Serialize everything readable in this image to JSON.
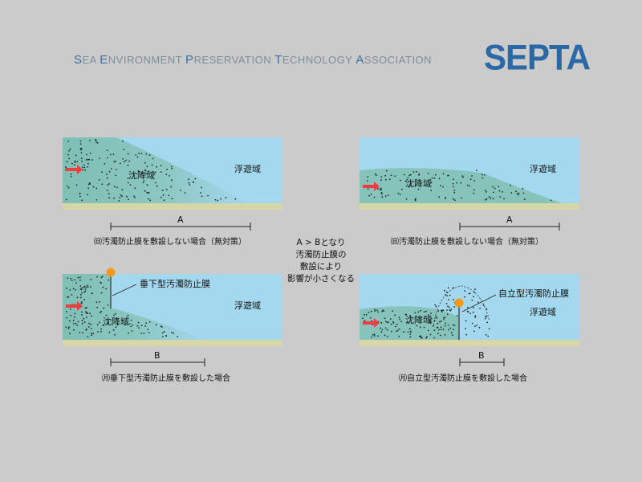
{
  "header": {
    "title_parts": [
      {
        "init": "S",
        "rest": "EA "
      },
      {
        "init": "E",
        "rest": "NVIRONMENT "
      },
      {
        "init": "P",
        "rest": "RESERVATION "
      },
      {
        "init": "T",
        "rest": "ECHNOLOGY "
      },
      {
        "init": "A",
        "rest": "SSOCIATION"
      }
    ],
    "logo": "SEPTA"
  },
  "panels": {
    "top_left": {
      "water_label": "浮遊域",
      "sediment_label": "沈降域",
      "distance_label": "A",
      "caption": "㈰汚濁防止膜を敷設しない場合（無対策）"
    },
    "top_right": {
      "water_label": "浮遊域",
      "sediment_label": "沈降域",
      "distance_label": "A",
      "caption": "㈰汚濁防止膜を敷設しない場合（無対策）"
    },
    "bottom_left": {
      "water_label": "浮遊域",
      "sediment_label": "沈降域",
      "device_label": "垂下型汚濁防止膜",
      "distance_label": "B",
      "caption": "㈪垂下型汚濁防止膜を敷設した場合"
    },
    "bottom_right": {
      "water_label": "浮遊域",
      "sediment_label": "沈降域",
      "device_label": "自立型汚濁防止膜",
      "distance_label": "B",
      "caption": "㈪自立型汚濁防止膜を敷設した場合"
    }
  },
  "comparison_note": [
    "A > Bとなり",
    "汚濁防止膜の",
    "敷設により",
    "影響が小さくなる"
  ],
  "colors": {
    "water": "#a4d8ee",
    "sediment": "#7fbfb6",
    "seabed": "#d6d6a8",
    "arrow": "#ee3e3e",
    "float": "#f39a1c",
    "logo": "#2b68a6"
  }
}
